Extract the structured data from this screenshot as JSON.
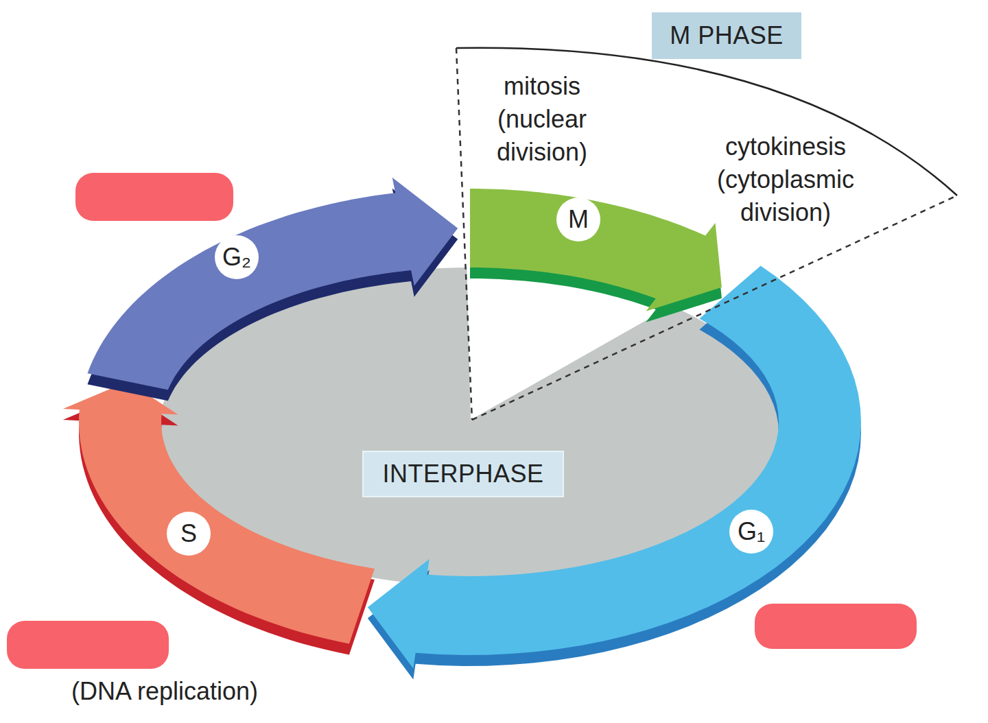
{
  "diagram": {
    "nodes": [
      {
        "text": [
          "M PHASE"
        ]
      },
      {
        "text": [
          "G₂"
        ]
      },
      {
        "text": [
          "M"
        ]
      },
      {
        "text": [
          "INTERPHASE"
        ]
      },
      {
        "text": [
          "S"
        ]
      },
      {
        "text": [
          "G₁"
        ]
      }
    ],
    "labels": [
      "mitosis (nuclear division)",
      "cytokinesis (cytoplasmic division)",
      "(DNA replication)"
    ]
  }
}
